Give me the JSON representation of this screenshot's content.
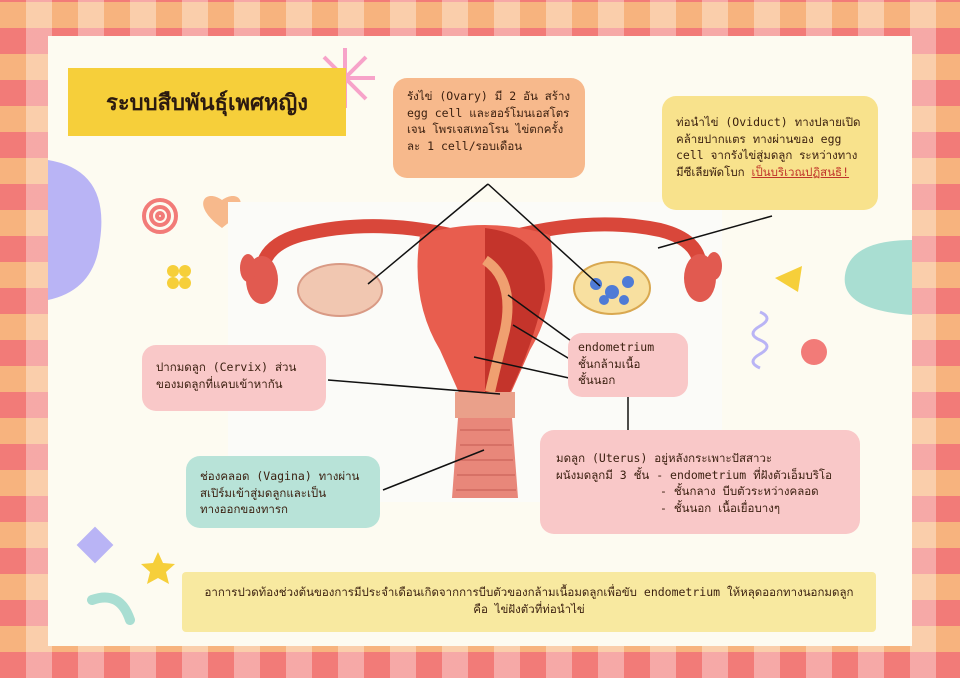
{
  "title": "ระบบสืบพันธุ์เพศหญิง",
  "notes": {
    "ovary": "รังไข่ (Ovary) มี 2 อัน สร้าง egg cell และฮอร์โมนเอสโตรเจน โพรเจสเทอโรน ไข่ตกครั้งละ 1 cell/รอบเดือน",
    "oviduct_text": "ท่อนำไข่ (Oviduct) ทางปลายเปิดคล้ายปากแตร ทางผ่านของ egg cell จากรังไข่สู่มดลูก ระหว่างทางมีซีเลียพัดโบก",
    "oviduct_link": "เป็นบริเวณปฏิสนธิ!",
    "cervix": "ปากมดลูก (Cervix) ส่วนของมดลูกที่แคบเข้าหากัน",
    "layers": [
      "endometrium",
      "ชั้นกล้ามเนื้อ",
      "ชั้นนอก"
    ],
    "uterus_intro": "มดลูก (Uterus) อยู่หลังกระเพาะปัสสาวะ",
    "uterus_lines": [
      "ผนังมดลูกมี 3 ชั้น - endometrium ที่ฝังตัวเอ็มบริโอ",
      "- ชั้นกลาง บีบตัวระหว่างคลอด",
      "- ชั้นนอก เนื้อเยื่อบางๆ"
    ],
    "vagina": "ช่องคลอด (Vagina) ทางผ่านสเปิร์มเข้าสู่มดลูกและเป็นทางออกของทารก",
    "bottom": "อาการปวดท้องช่วงต้นของการมีประจำเดือนเกิดจากการบีบตัวของกล้ามเนื้อมดลูกเพื่อขับ endometrium ให้หลุดออกทางนอกมดลูก คือ ไข่ฝังตัวที่ท่อนำไข่"
  },
  "colors": {
    "title_bg": "#f6cf3a",
    "ovary_note": "#f7b98c",
    "oviduct_note": "#f8e28c",
    "pink_note": "#f9c8c8",
    "mint_note": "#b8e3d8",
    "bottom_note": "#f8e9a0",
    "accent_link": "#c0342a"
  }
}
